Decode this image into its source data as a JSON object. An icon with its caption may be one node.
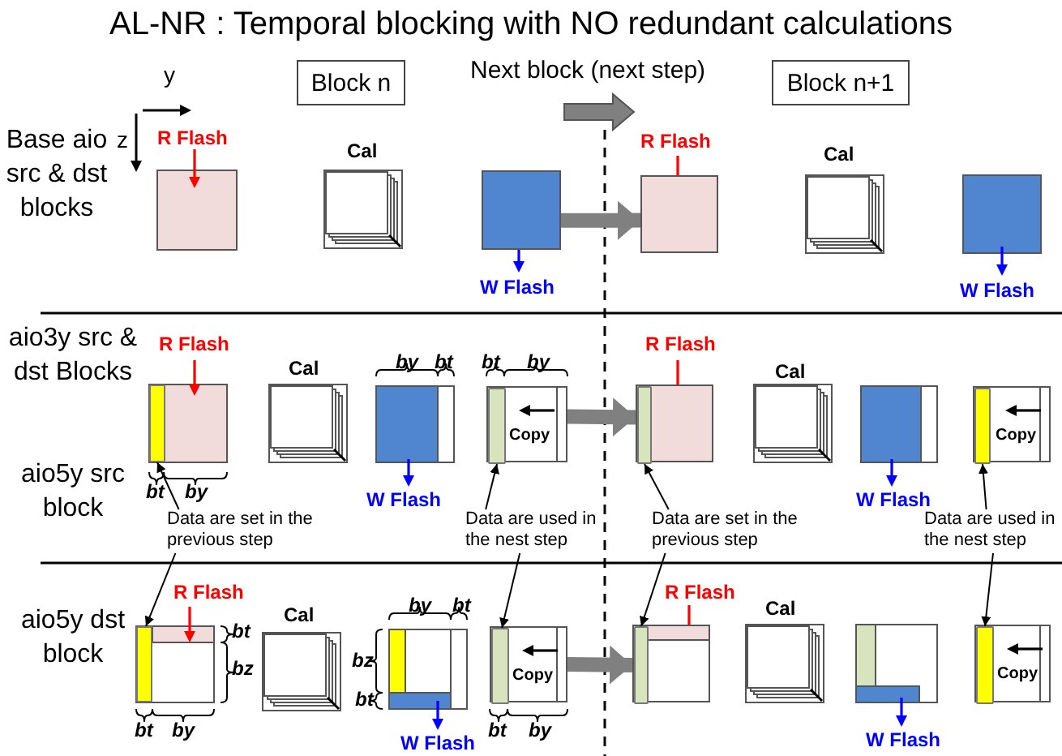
{
  "diagram": {
    "title": "AL-NR : Temporal blocking with NO redundant calculations",
    "nodes": [
      {
        "text": [
          "Block n"
        ]
      },
      {
        "text": [
          "Block n+1"
        ]
      },
      {
        "text": [],
        "shape": "box"
      },
      {
        "text": [],
        "shape": "box"
      },
      {
        "text": [],
        "shape": "bar"
      },
      {
        "text": [
          "Copy"
        ]
      },
      {
        "text": [],
        "shape": "bar",
        "in": 5
      },
      {
        "text": [],
        "shape": "box"
      },
      {
        "text": [],
        "shape": "bar",
        "in": 7
      },
      {
        "text": [
          "Copy"
        ]
      },
      {
        "text": [],
        "shape": "bar",
        "in": 9
      },
      {
        "text": [
          "Data are set in the previous step"
        ]
      },
      {
        "text": [
          "Data are used in the nest step"
        ]
      },
      {
        "text": [
          "Data are set in the previous step"
        ]
      },
      {
        "text": [
          "Data are used in the nest step"
        ]
      },
      {
        "text": [],
        "shape": "bar"
      },
      {
        "text": [
          "Copy"
        ]
      },
      {
        "text": [],
        "shape": "bar",
        "in": 16
      },
      {
        "text": [],
        "shape": "box"
      },
      {
        "text": [],
        "shape": "bar",
        "in": 18
      },
      {
        "text": [
          "Copy"
        ]
      },
      {
        "text": [],
        "shape": "bar",
        "in": 20
      }
    ],
    "edges": [
      {
        "from": 2,
        "to": 3,
        "arrow": "to",
        "style": "thick",
        "color": "#808080"
      },
      {
        "from": 5,
        "to": 7,
        "arrow": "to",
        "style": "thick",
        "color": "#808080"
      },
      {
        "from": 16,
        "to": 18,
        "arrow": "to",
        "style": "thick",
        "color": "#808080"
      },
      {
        "from": 11,
        "to": 4,
        "arrow": "to"
      },
      {
        "from": 11,
        "to": 15,
        "arrow": "to"
      },
      {
        "from": 12,
        "to": 6,
        "arrow": "to"
      },
      {
        "from": 12,
        "to": 17,
        "arrow": "to"
      },
      {
        "from": 13,
        "to": 8,
        "arrow": "to"
      },
      {
        "from": 13,
        "to": 19,
        "arrow": "to"
      },
      {
        "from": 14,
        "to": 10,
        "arrow": "to"
      },
      {
        "from": 14,
        "to": 21,
        "arrow": "to"
      }
    ],
    "labels": [
      "y",
      "z",
      "Next block (next step)",
      "Base aio src & dst blocks",
      "R Flash",
      "Cal",
      "W Flash",
      "R Flash",
      "Cal",
      "W Flash",
      "aio3y src & dst Blocks",
      "aio5y src block",
      "R Flash",
      "Cal",
      "by",
      "bt",
      "bt",
      "by",
      "bt",
      "by",
      "W Flash",
      "R Flash",
      "Cal",
      "W Flash",
      "aio5y dst block",
      "R Flash",
      "Cal",
      "by",
      "bt",
      "bt",
      "bz",
      "bz",
      "bt",
      "bt",
      "by",
      "W Flash",
      "bt",
      "by",
      "R Flash",
      "Cal",
      "W Flash"
    ]
  }
}
